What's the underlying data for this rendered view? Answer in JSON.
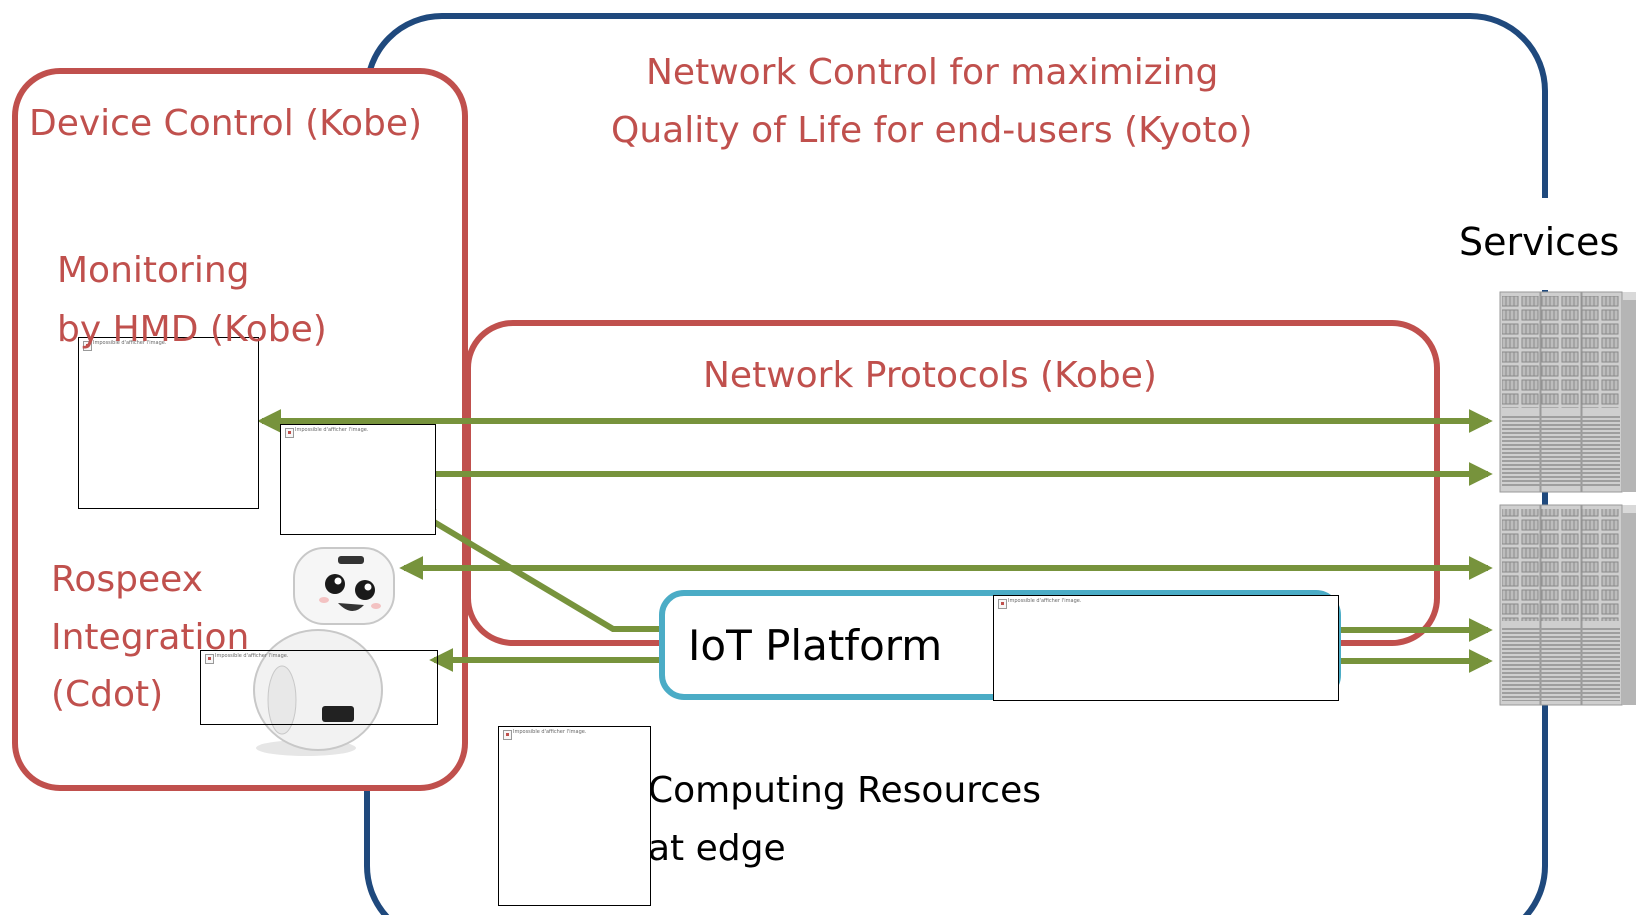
{
  "labels": {
    "network_control": [
      "Network Control for maximizing",
      "Quality of Life for end-users (Kyoto)"
    ],
    "device_control": "Device Control (Kobe)",
    "monitoring": [
      "Monitoring",
      "by HMD (Kobe)"
    ],
    "rospeex": [
      "Rospeex",
      "Integration",
      "(Cdot)"
    ],
    "network_protocols": "Network Protocols (Kobe)",
    "services": "Services",
    "iot_platform": "IoT Platform",
    "computing_resources": [
      "Computing Resources",
      "at edge"
    ]
  },
  "placeholder_caption": "Impossible d'afficher l'image.",
  "colors": {
    "blue_border": "#1f497d",
    "red_border": "#c0504d",
    "iot_border": "#4bacc6",
    "arrow": "#77933c",
    "label_red": "#c0504d"
  },
  "icons": {
    "servers": "server-rack-icon",
    "robot": "robot-icon",
    "broken_image": "broken-image-icon"
  }
}
